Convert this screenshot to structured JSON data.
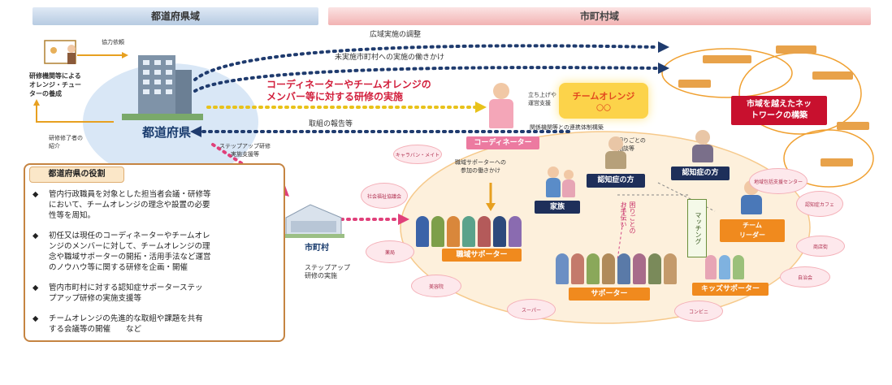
{
  "header": {
    "left_region": "都道府県域",
    "right_region": "市町村域"
  },
  "left": {
    "cooperation_request": "協力依頼",
    "training_org": "研修機関等による\nオレンジ・チュー\nターの養成",
    "training_complete": "研修修了者の\n紹介",
    "prefecture": "都道府県",
    "stepup_support": "ステップアップ研修\n実施支援等"
  },
  "arrows": {
    "wide_area": "広域実施の調整",
    "unimplemented": "未実施市町村への実施の働きかけ",
    "training_main": "コーディネーターやチームオレンジの\nメンバー等に対する研修の実施",
    "report": "取組の報告等"
  },
  "municipality": {
    "label": "市町村",
    "stepup_impl": "ステップアップ\n研修の実施"
  },
  "right": {
    "setup_support": "立ち上げや\n運営支援",
    "team_orange": "チームオレンジ",
    "team_orange_sub": "〇〇",
    "network": "市域を越えたネッ\nトワークの構築",
    "coord_orgs": "関係機関等との連携体制構築",
    "coordinator": "コーディネーター",
    "trouble_consult": "困りごとの\n相談等",
    "workplace_call": "職域サポーターへの\n参加の働きかけ",
    "dementia1": "認知症の方",
    "dementia2": "認知症の方",
    "family": "家族",
    "help": "困りごとの\nお手伝い",
    "matching": "マッチング",
    "team_leader": "チーム\nリーダー",
    "workplace_supporter": "職域サポーター",
    "supporter": "サポーター",
    "kids_supporter": "キッズサポーター"
  },
  "ovals": [
    "キャラバン・メイト",
    "社会福祉協議会",
    "薬局",
    "美容院",
    "スーパー",
    "コンビニ",
    "地域包括支援センター",
    "認知症カフェ",
    "商店街",
    "自治会"
  ],
  "roles": {
    "title": "都道府県の役割",
    "items": [
      "管内行政職員を対象とした担当者会議・研修等\nにおいて、チームオレンジの理念や設置の必要\n性等を周知。",
      "初任又は現任のコーディネーターやチームオレ\nンジのメンバーに対して、チームオレンジの理\n念や職域サポーターの開拓・活用手法など運営\nのノウハウ等に関する研修を企画・開催",
      "管内市町村に対する認知症サポーターステッ\nプアップ研修の実施支援等",
      "チームオレンジの先進的な取組や課題を共有\nする会議等の開催　　など"
    ],
    "bullet": "◆"
  },
  "colors": {
    "navy_dots": "#1f3b6e",
    "yellow_dots": "#e8c21a",
    "pink_dots": "#e0407a",
    "orange_box": "#f08a1e",
    "navy_box": "#1e2f5a",
    "red_box": "#c8102e",
    "coordinator_pink": "#ec7aa0"
  }
}
